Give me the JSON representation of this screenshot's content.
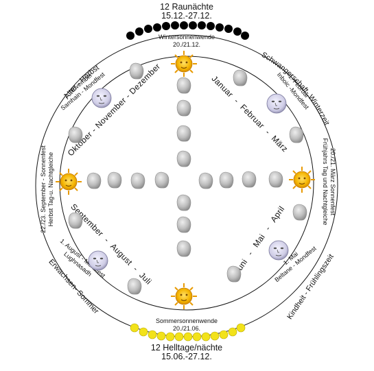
{
  "title_top": {
    "line1": "12 Raunächte",
    "line2": "15.12.-27.12."
  },
  "title_bottom": {
    "line1": "12 Helltage/nächte",
    "line2": "15.06.-27.12."
  },
  "solstice_winter": {
    "line1": "Wintersonnenwende",
    "line2": "20./21.12."
  },
  "solstice_summer": {
    "line1": "Sommersonnenwende",
    "line2": "20./21.06."
  },
  "outer_ring": {
    "top_right": "Schwangerschaft- Winterzeit",
    "bottom_right": "Kindheit - Frühlingszeit",
    "bottom_left": "Erwachsen- Sommer",
    "top_left": "Alter - Herbst"
  },
  "festivals": {
    "imbolc": {
      "line1": "1. Februar",
      "line2": "Inboic -Mondfest"
    },
    "spring_equinox": {
      "line1": "20./21. März Sonnenfest",
      "line2": "Frühjahrs Tag und Nachtgleiche"
    },
    "beltane": {
      "line1": "1. Mai",
      "line2": "Beltane - Mondfest"
    },
    "lughnasadh": {
      "line1": "1. August - Mondfest",
      "line2": "Lughnasadh"
    },
    "autumn_equinox": {
      "line1": "22./23. September - Sonnenfest",
      "line2": "Herbst Tag-u. Nachtgleiche"
    },
    "samhain": {
      "line1": "1. November",
      "line2": "Samhain - Mondfest"
    }
  },
  "months": {
    "q_winter": [
      "Januar",
      "-",
      "Februar",
      "-",
      "März"
    ],
    "q_spring": [
      "Juni",
      "-",
      "Mai",
      "-",
      "April"
    ],
    "q_summer": [
      "September",
      "-",
      "August",
      "-",
      "Juli"
    ],
    "q_autumn": [
      "Oktober",
      "-",
      "November",
      "-",
      "Dezember"
    ]
  },
  "colors": {
    "dark_bead": "#000000",
    "light_bead": "#f2e21a",
    "sun": "#f4b400",
    "moon": "#d8d6ee",
    "stone": "#c8c8c8"
  },
  "icons": {
    "sun": "sun-icon",
    "moon": "moon-icon",
    "stone": "stone-icon",
    "bead": "bead-icon"
  }
}
